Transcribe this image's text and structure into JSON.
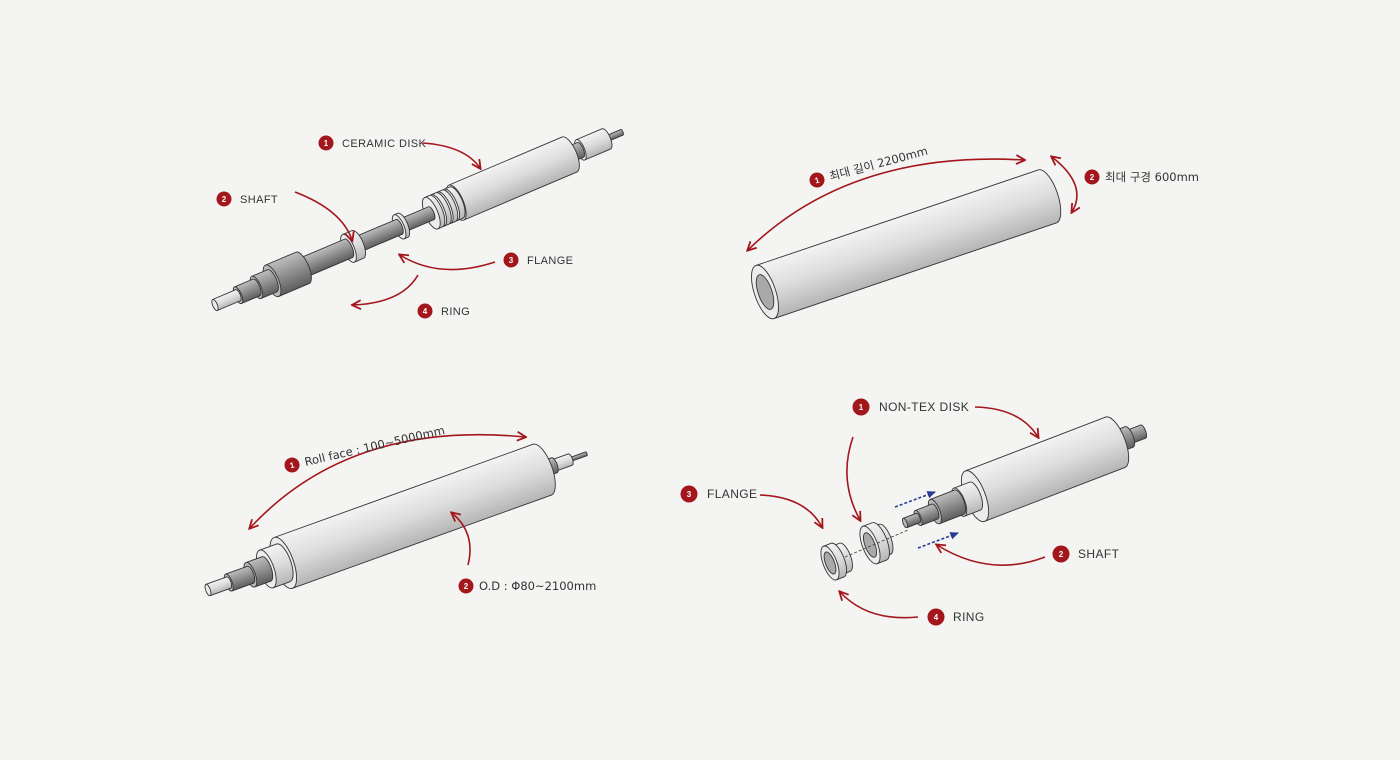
{
  "colors": {
    "accent": "#a3161c",
    "background": "#f4f4f3",
    "blue_arrow": "#2a3c8f"
  },
  "panels": {
    "ceramic_roll": {
      "labels": [
        {
          "num": "1",
          "text": "CERAMIC DISK"
        },
        {
          "num": "2",
          "text": "SHAFT"
        },
        {
          "num": "3",
          "text": "FLANGE"
        },
        {
          "num": "4",
          "text": "RING"
        }
      ]
    },
    "tube": {
      "labels": [
        {
          "num": "1",
          "text": "최대 길이 2200mm"
        },
        {
          "num": "2",
          "text": "최대 구경 600mm"
        }
      ]
    },
    "roll": {
      "labels": [
        {
          "num": "1",
          "text": "Roll face : 100~5000mm"
        },
        {
          "num": "2",
          "text": "O.D : Φ80~2100mm"
        }
      ]
    },
    "nontex_roll": {
      "labels": [
        {
          "num": "1",
          "text": "NON-TEX DISK"
        },
        {
          "num": "2",
          "text": "SHAFT"
        },
        {
          "num": "3",
          "text": "FLANGE"
        },
        {
          "num": "4",
          "text": "RING"
        }
      ]
    }
  }
}
